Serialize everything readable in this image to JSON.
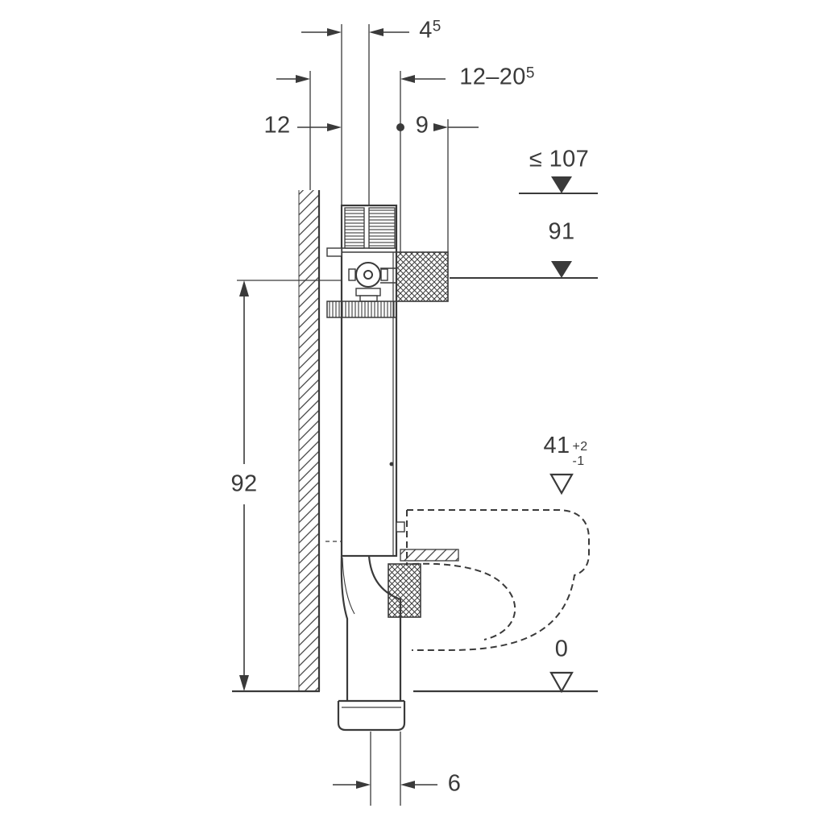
{
  "colors": {
    "line": "#3a3a3a",
    "background": "#ffffff"
  },
  "dimensions": {
    "pipe_offset_top": {
      "base": "4",
      "sup": "5"
    },
    "depth_range": {
      "base": "12–20",
      "sup": "5"
    },
    "wall_thickness": "12",
    "supply_offset": "9",
    "max_height": "≤ 107",
    "supply_height": "91",
    "element_height": "92",
    "bowl_height": {
      "base": "41",
      "sup": "+2",
      "sub": "-1"
    },
    "floor_level": "0",
    "drain_offset": "6"
  }
}
